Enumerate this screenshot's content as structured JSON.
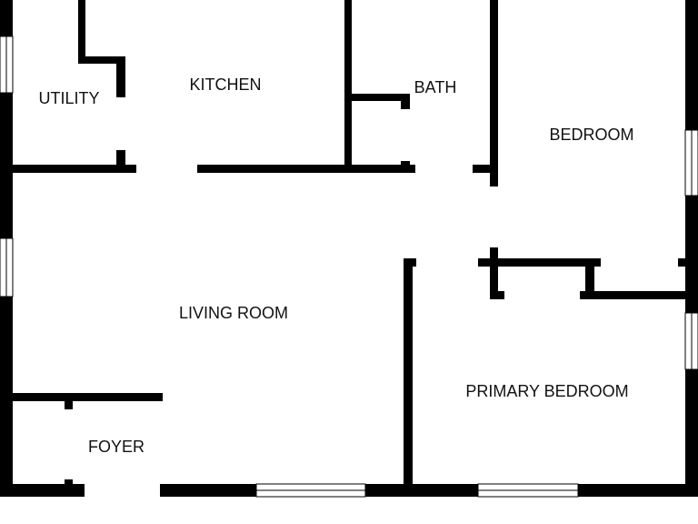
{
  "rooms": {
    "utility": "UTILITY",
    "kitchen": "KITCHEN",
    "bath": "BATH",
    "bedroom": "BEDROOM",
    "living_room": "LIVING ROOM",
    "foyer": "FOYER",
    "primary_bedroom": "PRIMARY BEDROOM"
  },
  "colors": {
    "wall": "#000000",
    "background": "#ffffff",
    "label": "#111111"
  }
}
